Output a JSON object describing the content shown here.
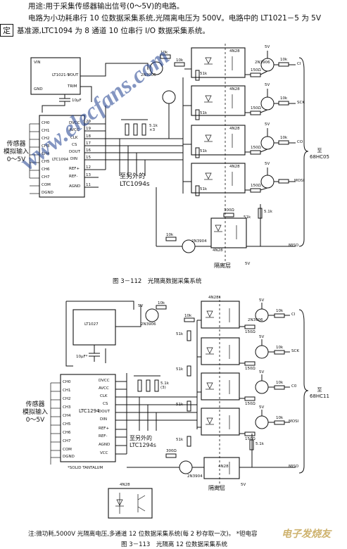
{
  "header": {
    "line1": "用途:用于采集传感器输出信号(0～5V)的电路。",
    "line2": "电路为小功耗串行 10 位数据采集系统,光隔离电压为 500V。电路中的 LT1021－5 为 5V",
    "line3": "基准源,LTC1094 为 8 通道 10 位串行 I/O 数据采集系统。",
    "side_tag": "定"
  },
  "fig1": {
    "caption": "图 3－112　光隔离数据采集系统",
    "chip_ref": "LT1021-5",
    "chip_adc": "LTC1094",
    "ref_pins": [
      "VIN",
      "VOUT",
      "TRIM",
      "GND"
    ],
    "adc_left_pins": [
      "CH0",
      "CH1",
      "CH2",
      "CH3",
      "CH4",
      "CH5",
      "CH6",
      "CH7",
      "COM",
      "DGND"
    ],
    "adc_right_pins": [
      "DVCC",
      "AVCC",
      "CLK",
      "CS",
      "DOUT",
      "DIN",
      "REF+",
      "REF-",
      "AGND"
    ],
    "adc_pin_numbers": [
      "20",
      "19",
      "18",
      "17",
      "16",
      "15",
      "12",
      "13",
      "11"
    ],
    "sensor_label": "传感器\n模拟输入\n0～5V",
    "other_label": "至另外的\nLTC1094s",
    "opto_labels": [
      "4N28",
      "4N28",
      "4N28",
      "4N28",
      "4N28"
    ],
    "transistors": [
      "2N3906",
      "2N3906",
      "2N3904"
    ],
    "signals": [
      "CI",
      "SCK",
      "CO",
      "MOSI",
      "MISO"
    ],
    "to_mcu": "至\n68HC05",
    "isolation": "隔离层",
    "supply": [
      "5V",
      "5V",
      "5V",
      "5V",
      "5V"
    ],
    "res": [
      "10k",
      "10k",
      "5.1k",
      "51k",
      "150Ω",
      "10k",
      "51k",
      "150Ω",
      "10k",
      "51k",
      "150Ω",
      "10k",
      "51k",
      "150Ω",
      "300Ω",
      "51k",
      "10k",
      "5.1k"
    ],
    "res_note": "5.1k\n×3",
    "cap_note": "10μF"
  },
  "fig2": {
    "caption": "图 3－113　光隔离 12 位数据采集系统",
    "note": "注:微功耗,5000V 光隔离电压,多通道 12 位数据采集系统(每 2 秒存取一次)。  *钽电容",
    "chip_ref": "LT1027",
    "chip_adc": "LTC1294",
    "adc_left_pins": [
      "CH0",
      "CH1",
      "CH2",
      "CH3",
      "CH4",
      "CH5",
      "CH6",
      "CH7",
      "COM",
      "DGND"
    ],
    "adc_right_pins": [
      "DVCC",
      "AVCC",
      "CLK",
      "CS",
      "DOUT",
      "DIN",
      "REF+",
      "REF-",
      "AGND",
      "VCC"
    ],
    "sensor_label": "传感器\n模拟输入\n0～5V",
    "other_label": "至另外的\nLTC1294s",
    "opto_labels": [
      "4N28s",
      "4N28"
    ],
    "transistors": [
      "2N3906",
      "2N3906",
      "2N3904"
    ],
    "signals": [
      "CI",
      "SCK",
      "C0",
      "MOSI",
      "MISO"
    ],
    "to_mcu": "至\n68HC11",
    "isolation": "隔离层",
    "tantalum": "*SOLID TANTALUM",
    "res_note": "5.1k\n(3)",
    "inset_label": "4N28",
    "supply": [
      "5V",
      "5V",
      "5V",
      "5V",
      "5V",
      "5V"
    ],
    "values": [
      "10k",
      "10k",
      "10k",
      "51k",
      "150Ω",
      "10k",
      "51k",
      "150Ω",
      "10k",
      "51k",
      "150Ω",
      "10k",
      "51k",
      "150Ω",
      "300Ω",
      "5.1k",
      "10k",
      "10μF*"
    ]
  },
  "watermark": {
    "text": "www.elecfans.com",
    "corner": "电子发烧友"
  }
}
